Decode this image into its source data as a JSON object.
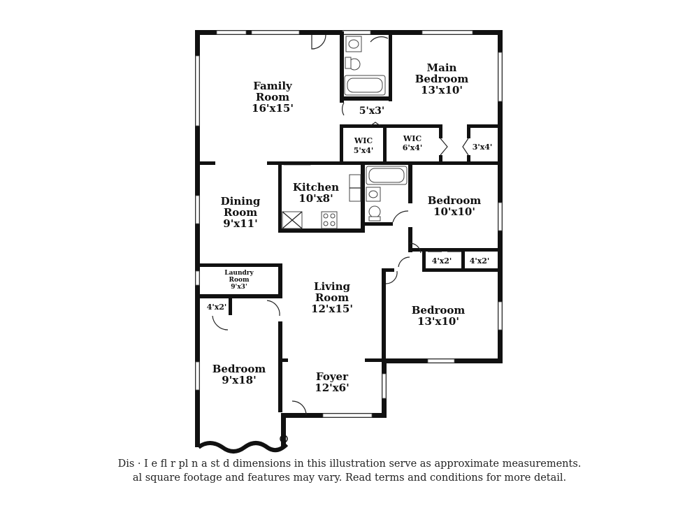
{
  "rooms": {
    "family_room": {
      "name1": "Family",
      "name2": "Room",
      "size": "16'x15'"
    },
    "main_bedroom": {
      "name1": "Main",
      "name2": "Bedroom",
      "size": "13'x10'"
    },
    "main_bath": {
      "size": "5'x3'"
    },
    "wic1": {
      "name": "WIC",
      "size": "5'x4'"
    },
    "wic2": {
      "name": "WIC",
      "size": "6'x4'"
    },
    "closet_3x4": {
      "size": "3'x4'"
    },
    "kitchen": {
      "name": "Kitchen",
      "size": "10'x8'"
    },
    "dining_room": {
      "name1": "Dining",
      "name2": "Room",
      "size": "9'x11'"
    },
    "bedroom_10x10": {
      "name": "Bedroom",
      "size": "10'x10'"
    },
    "closet_4x2_a": {
      "size": "4'x2'"
    },
    "closet_4x2_b": {
      "size": "4'x2'"
    },
    "laundry": {
      "name1": "Laundry",
      "name2": "Room",
      "size": "9'x3'"
    },
    "living_room": {
      "name1": "Living",
      "name2": "Room",
      "size": "12'x15'"
    },
    "bedroom_13x10": {
      "name": "Bedroom",
      "size": "13'x10'"
    },
    "closet_4x2_c": {
      "size": "4'x2'"
    },
    "bedroom_9x18": {
      "name": "Bedroom",
      "size": "9'x18'"
    },
    "foyer": {
      "name": "Foyer",
      "size": "12'x6'"
    }
  },
  "disclaimer": {
    "line1": "Dis       ·  I e fl  r pl  n  a     st  d dimensions in this illustration serve as approximate measurements.",
    "line2": "al square footage and features may vary. Read terms and conditions for more detail."
  }
}
